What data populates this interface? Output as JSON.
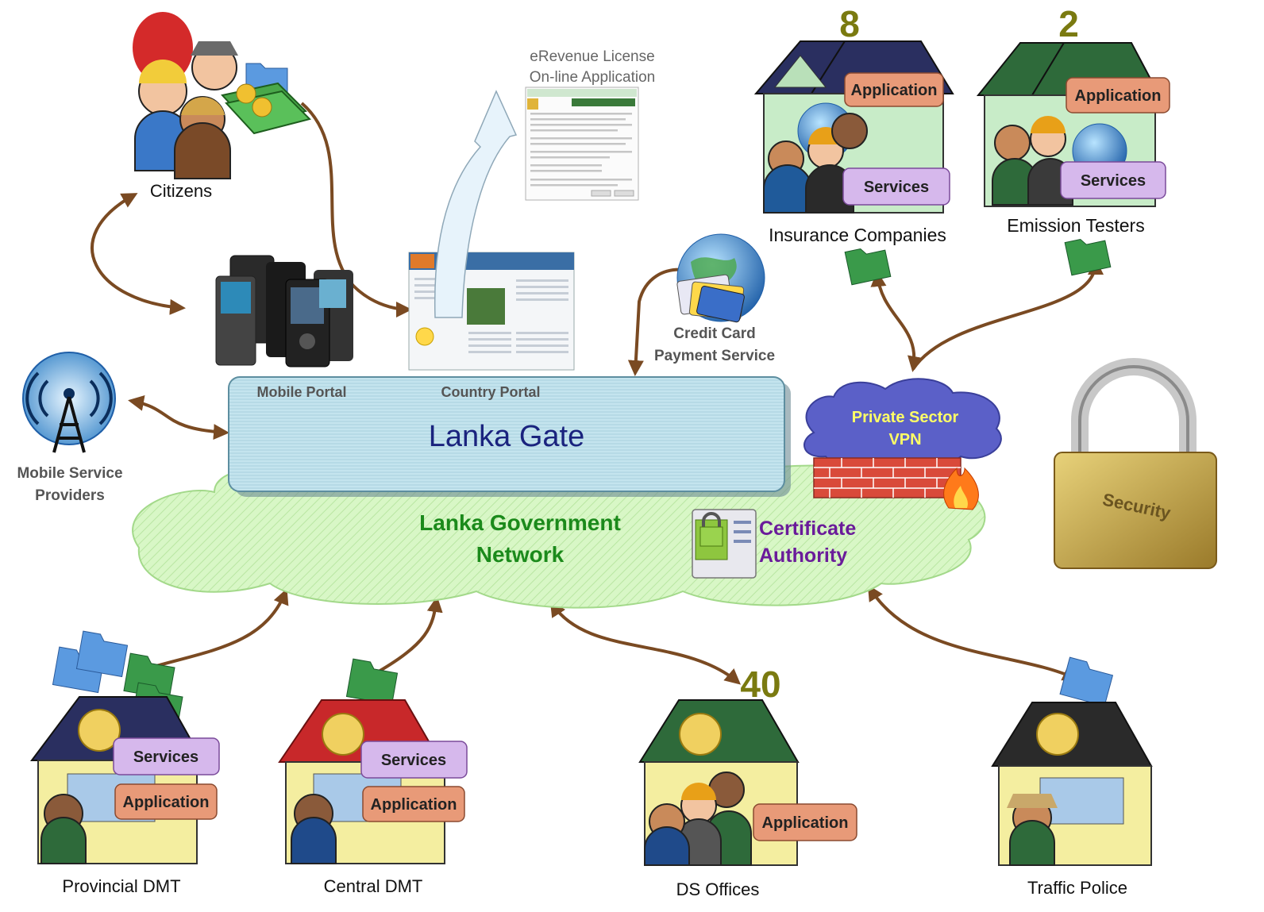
{
  "top_counts": {
    "insurance": "8",
    "emission": "2",
    "ds_offices": "40"
  },
  "erevenue": {
    "line1": "eRevenue License",
    "line2": "On-line Application"
  },
  "citizens": {
    "label": "Citizens"
  },
  "credit_card": {
    "line1": "Credit Card",
    "line2": "Payment Service"
  },
  "mobile_providers": {
    "line1": "Mobile Service",
    "line2": "Providers"
  },
  "lanka_gate": {
    "title": "Lanka Gate",
    "mobile_portal": "Mobile Portal",
    "country_portal": "Country Portal"
  },
  "government_network": {
    "line1": "Lanka Government",
    "line2": "Network"
  },
  "certificate_authority": {
    "line1": "Certificate",
    "line2": "Authority"
  },
  "vpn": {
    "line1": "Private Sector",
    "line2": "VPN"
  },
  "security_label": "Security",
  "tag_application": "Application",
  "tag_services": "Services",
  "sites": {
    "insurance": "Insurance Companies",
    "emission": "Emission Testers",
    "provincial": "Provincial DMT",
    "central": "Central DMT",
    "ds_offices": "DS Offices",
    "traffic_police": "Traffic Police"
  },
  "colors": {
    "arrow": "#7a4a22",
    "count": "#7a7a10",
    "gate_fill": "#c4e4ee",
    "gate_text": "#1a237e",
    "network_fill": "#d8f7c6",
    "network_text": "#1b8a1b",
    "ca_text": "#6a1b9a",
    "vpn_fill": "#5b60c8",
    "vpn_text": "#ffff66",
    "app_tag": "#e89a78",
    "svc_tag": "#d6b8ec"
  }
}
